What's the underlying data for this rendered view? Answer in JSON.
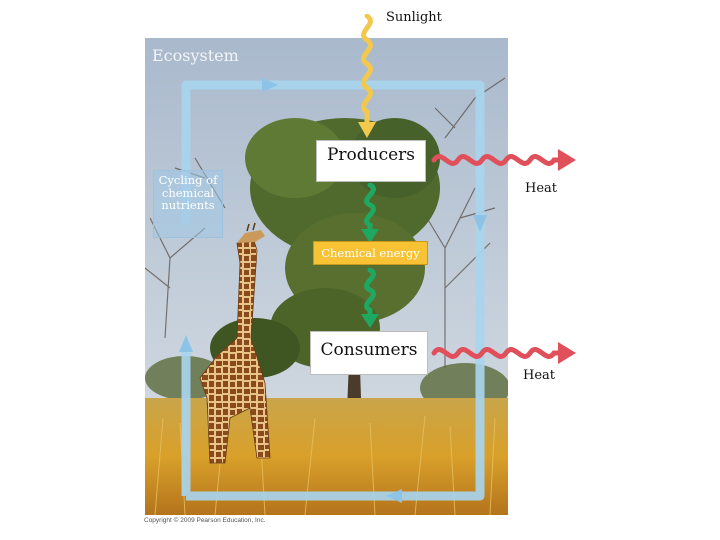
{
  "title": "Ecosystem",
  "sunlight_label": "Sunlight",
  "producers_label": "Producers",
  "consumers_label": "Consumers",
  "chemical_energy_label": "Chemical energy",
  "heat_label_top": "Heat",
  "heat_label_bottom": "Heat",
  "cycling_label": "Cycling of chemical nutrients",
  "copyright": "Copyright © 2009 Pearson Education, Inc.",
  "colors": {
    "cycle_arrow": "#a8d4ee",
    "sunlight": "#f2c94c",
    "heat": "#e0505a",
    "chemical_energy": "#1fa862",
    "energy_box": "#f7c234"
  }
}
